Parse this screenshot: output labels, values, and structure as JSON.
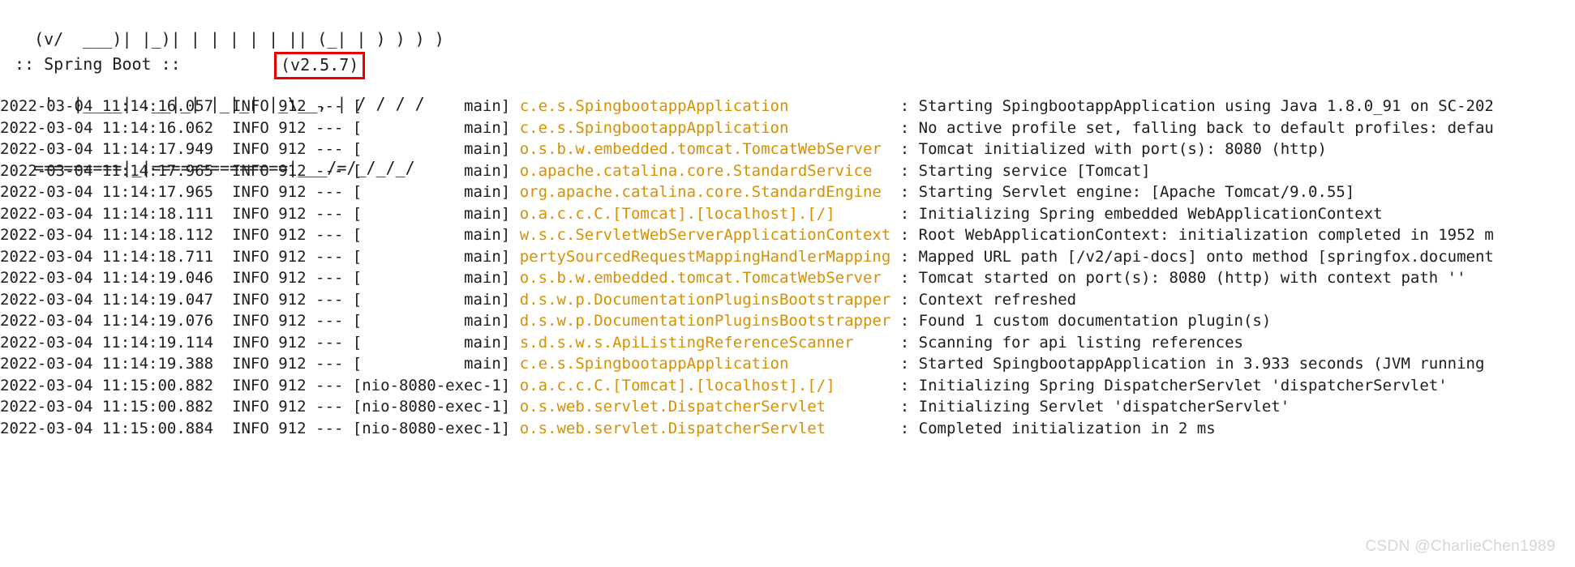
{
  "banner": {
    "lines": [
      "  (v/  ___)| |_)| | | | | | || (_| | ) ) ) )",
      "   '  |____| .__|_| |_|_| |_\\__, | / / / /",
      "  =========|_|==============|___/=/_/_/_/"
    ],
    "footer_label": ":: Spring Boot ::",
    "version": "(v2.5.7)",
    "version_box_color": "#e60000"
  },
  "log": {
    "columns": [
      "timestamp",
      "level",
      "pid",
      "separator",
      "thread",
      "logger",
      "colon",
      "message"
    ],
    "rows": [
      {
        "timestamp": "2022-03-04 11:14:16.057",
        "level": "INFO",
        "pid": "912",
        "separator": "---",
        "thread": "[           main]",
        "logger": "c.e.s.SpingbootappApplication",
        "colon": ":",
        "message": "Starting SpingbootappApplication using Java 1.8.0_91 on SC-202"
      },
      {
        "timestamp": "2022-03-04 11:14:16.062",
        "level": "INFO",
        "pid": "912",
        "separator": "---",
        "thread": "[           main]",
        "logger": "c.e.s.SpingbootappApplication",
        "colon": ":",
        "message": "No active profile set, falling back to default profiles: defau"
      },
      {
        "timestamp": "2022-03-04 11:14:17.949",
        "level": "INFO",
        "pid": "912",
        "separator": "---",
        "thread": "[           main]",
        "logger": "o.s.b.w.embedded.tomcat.TomcatWebServer",
        "colon": ":",
        "message": "Tomcat initialized with port(s): 8080 (http)"
      },
      {
        "timestamp": "2022-03-04 11:14:17.965",
        "level": "INFO",
        "pid": "912",
        "separator": "---",
        "thread": "[           main]",
        "logger": "o.apache.catalina.core.StandardService",
        "colon": ":",
        "message": "Starting service [Tomcat]"
      },
      {
        "timestamp": "2022-03-04 11:14:17.965",
        "level": "INFO",
        "pid": "912",
        "separator": "---",
        "thread": "[           main]",
        "logger": "org.apache.catalina.core.StandardEngine",
        "colon": ":",
        "message": "Starting Servlet engine: [Apache Tomcat/9.0.55]"
      },
      {
        "timestamp": "2022-03-04 11:14:18.111",
        "level": "INFO",
        "pid": "912",
        "separator": "---",
        "thread": "[           main]",
        "logger": "o.a.c.c.C.[Tomcat].[localhost].[/]",
        "colon": ":",
        "message": "Initializing Spring embedded WebApplicationContext"
      },
      {
        "timestamp": "2022-03-04 11:14:18.112",
        "level": "INFO",
        "pid": "912",
        "separator": "---",
        "thread": "[           main]",
        "logger": "w.s.c.ServletWebServerApplicationContext",
        "colon": ":",
        "message": "Root WebApplicationContext: initialization completed in 1952 m"
      },
      {
        "timestamp": "2022-03-04 11:14:18.711",
        "level": "INFO",
        "pid": "912",
        "separator": "---",
        "thread": "[           main]",
        "logger": "pertySourcedRequestMappingHandlerMapping",
        "colon": ":",
        "message": "Mapped URL path [/v2/api-docs] onto method [springfox.document"
      },
      {
        "timestamp": "2022-03-04 11:14:19.046",
        "level": "INFO",
        "pid": "912",
        "separator": "---",
        "thread": "[           main]",
        "logger": "o.s.b.w.embedded.tomcat.TomcatWebServer",
        "colon": ":",
        "message": "Tomcat started on port(s): 8080 (http) with context path ''"
      },
      {
        "timestamp": "2022-03-04 11:14:19.047",
        "level": "INFO",
        "pid": "912",
        "separator": "---",
        "thread": "[           main]",
        "logger": "d.s.w.p.DocumentationPluginsBootstrapper",
        "colon": ":",
        "message": "Context refreshed"
      },
      {
        "timestamp": "2022-03-04 11:14:19.076",
        "level": "INFO",
        "pid": "912",
        "separator": "---",
        "thread": "[           main]",
        "logger": "d.s.w.p.DocumentationPluginsBootstrapper",
        "colon": ":",
        "message": "Found 1 custom documentation plugin(s)"
      },
      {
        "timestamp": "2022-03-04 11:14:19.114",
        "level": "INFO",
        "pid": "912",
        "separator": "---",
        "thread": "[           main]",
        "logger": "s.d.s.w.s.ApiListingReferenceScanner",
        "colon": ":",
        "message": "Scanning for api listing references"
      },
      {
        "timestamp": "2022-03-04 11:14:19.388",
        "level": "INFO",
        "pid": "912",
        "separator": "---",
        "thread": "[           main]",
        "logger": "c.e.s.SpingbootappApplication",
        "colon": ":",
        "message": "Started SpingbootappApplication in 3.933 seconds (JVM running"
      },
      {
        "timestamp": "2022-03-04 11:15:00.882",
        "level": "INFO",
        "pid": "912",
        "separator": "---",
        "thread": "[nio-8080-exec-1]",
        "logger": "o.a.c.c.C.[Tomcat].[localhost].[/]",
        "colon": ":",
        "message": "Initializing Spring DispatcherServlet 'dispatcherServlet'"
      },
      {
        "timestamp": "2022-03-04 11:15:00.882",
        "level": "INFO",
        "pid": "912",
        "separator": "---",
        "thread": "[nio-8080-exec-1]",
        "logger": "o.s.web.servlet.DispatcherServlet",
        "colon": ":",
        "message": "Initializing Servlet 'dispatcherServlet'"
      },
      {
        "timestamp": "2022-03-04 11:15:00.884",
        "level": "INFO",
        "pid": "912",
        "separator": "---",
        "thread": "[nio-8080-exec-1]",
        "logger": "o.s.web.servlet.DispatcherServlet",
        "colon": ":",
        "message": "Completed initialization in 2 ms"
      }
    ]
  },
  "watermark": "CSDN @CharlieChen1989"
}
